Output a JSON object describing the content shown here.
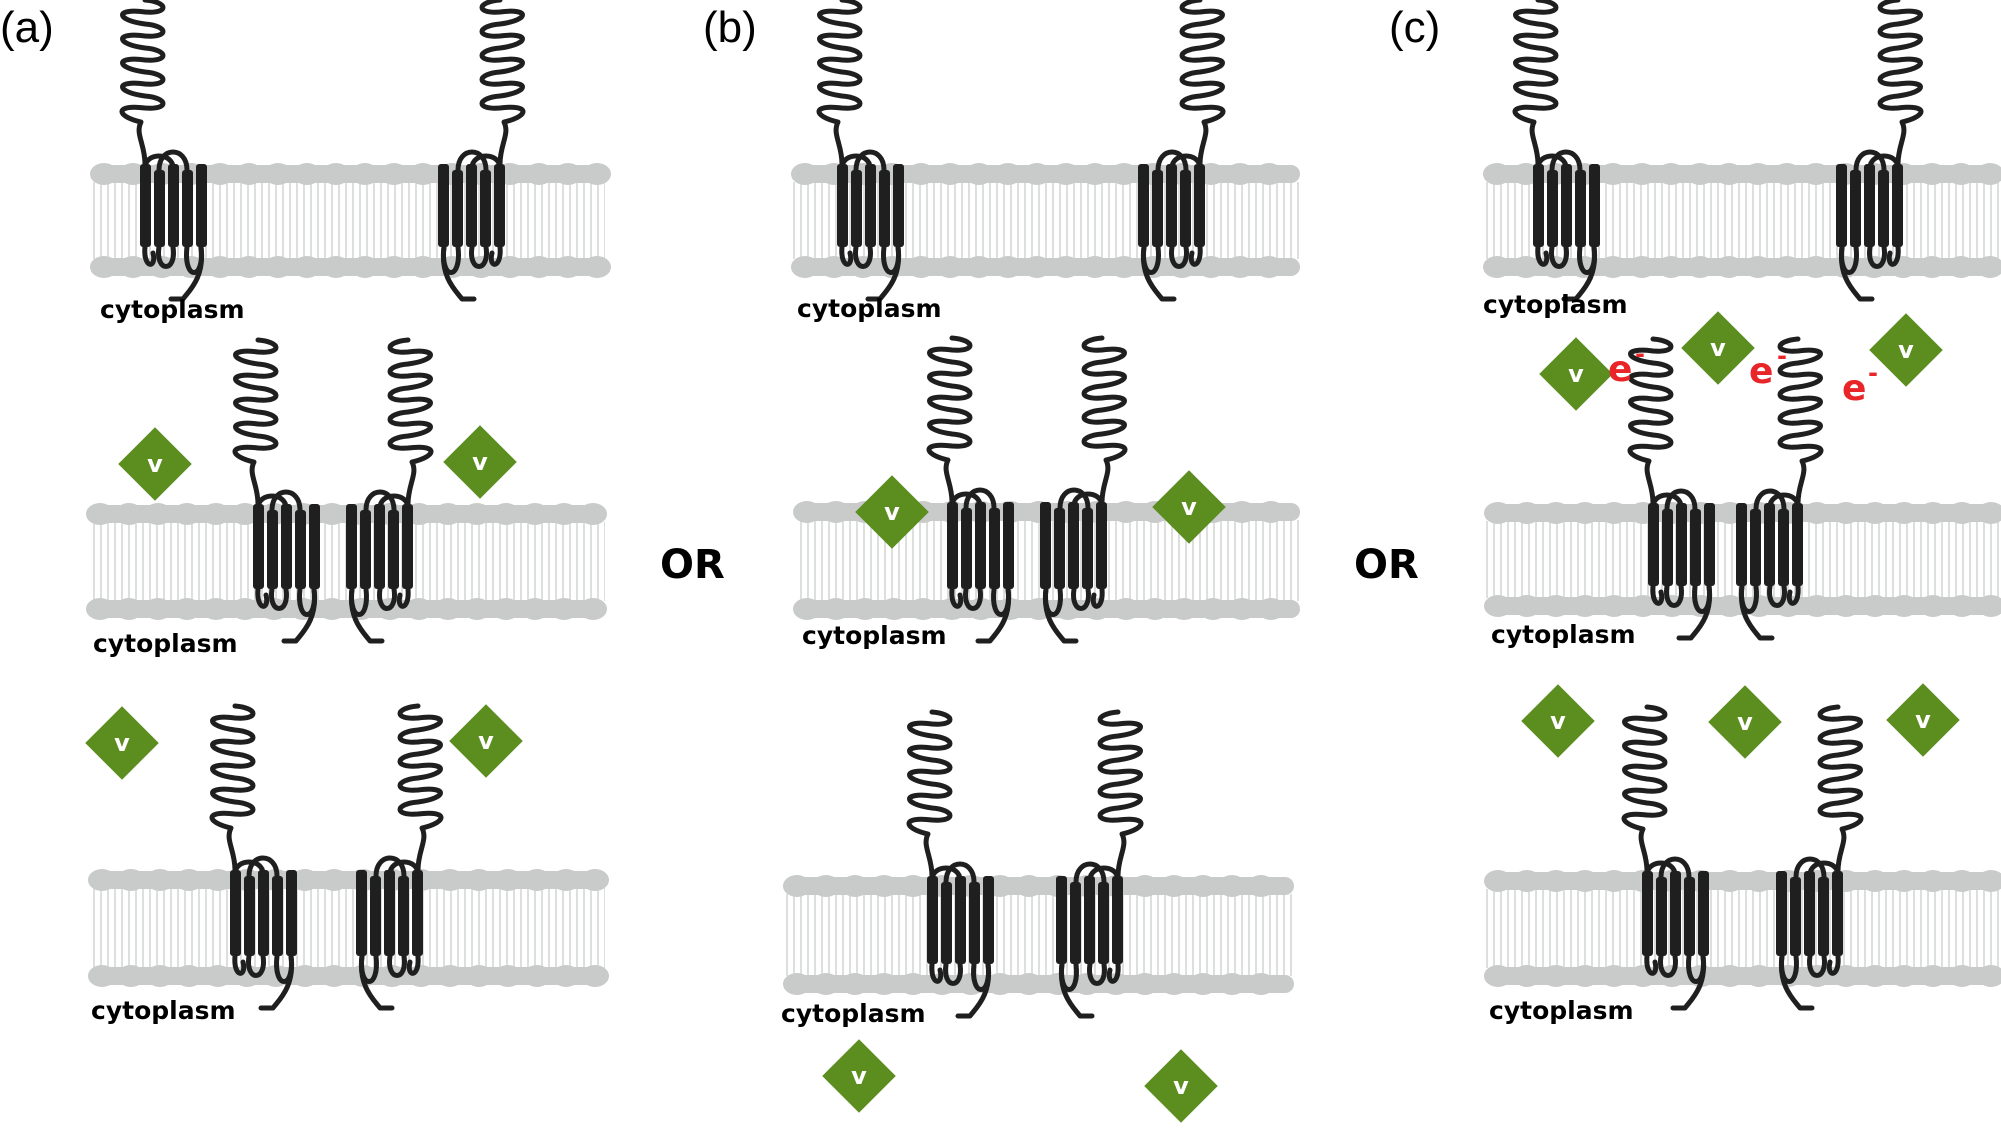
{
  "panels": [
    {
      "label": "(a)",
      "cytoplasm": [
        "cytoplasm",
        "cytoplasm",
        "cytoplasm"
      ]
    },
    {
      "label": "(b)",
      "cytoplasm": [
        "cytoplasm",
        "cytoplasm",
        "cytoplasm"
      ]
    },
    {
      "label": "(c)",
      "cytoplasm": [
        "cytoplasm",
        "cytoplasm",
        "cytoplasm"
      ]
    }
  ],
  "connectors": [
    "OR",
    "OR"
  ],
  "ligand_label": "v",
  "electron": {
    "symbol": "e",
    "charge": "-"
  },
  "colors": {
    "membrane": "#c8cbc9",
    "tail": "#d4d7d5",
    "protein": "#1f1f1f",
    "ligand": "#5b8d1f",
    "electron": "#e8262a"
  }
}
